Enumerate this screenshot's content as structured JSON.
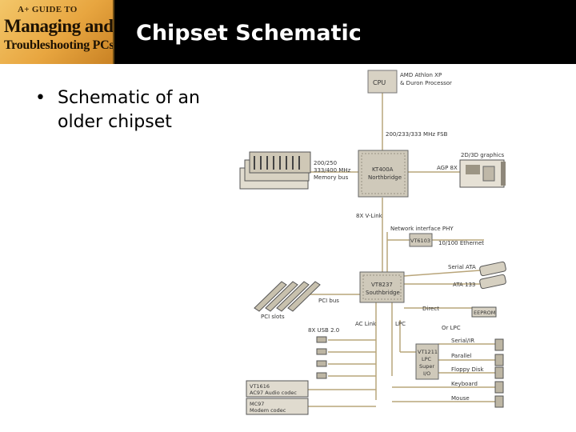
{
  "header": {
    "logo_line1": "A+ GUIDE TO",
    "logo_line2": "Managing and",
    "logo_line3": "Troubleshooting PCs",
    "title": "Chipset Schematic"
  },
  "bullet": {
    "symbol": "•",
    "text": "Schematic of an older chipset"
  },
  "diagram": {
    "cpu": "CPU",
    "cpu_desc_1": "AMD Athlon XP",
    "cpu_desc_2": "& Duron Processor",
    "fsb": "200/233/333 MHz FSB",
    "northbridge_1": "KT400A",
    "northbridge_2": "Northbridge",
    "memory_1": "200/250",
    "memory_2": "333/400 MHz",
    "memory_3": "Memory bus",
    "graphics": "2D/3D graphics",
    "agp": "AGP 8X",
    "vlink": "8X V-Link",
    "phy_label": "Network interface PHY",
    "phy_chip": "VT6103",
    "ethernet": "10/100 Ethernet",
    "sata": "Serial ATA",
    "ata": "ATA 133",
    "southbridge_1": "VT8237",
    "southbridge_2": "Southbridge",
    "pci_bus": "PCI bus",
    "pci_slots": "PCI slots",
    "direct": "Direct",
    "eeprom": "EEPROM",
    "usb": "8X USB 2.0",
    "ac_link": "AC Link",
    "lpc": "LPC",
    "or_lpc": "Or LPC",
    "superio_1": "VT1211",
    "superio_2": "LPC",
    "superio_3": "Super",
    "superio_4": "I/O",
    "serialir": "Serial/IR",
    "parallel": "Parallel",
    "floppy": "Floppy Disk",
    "keyboard": "Keyboard",
    "mouse": "Mouse",
    "audio_1": "VT1616",
    "audio_2": "AC97 Audio codec",
    "modem_1": "MC97",
    "modem_2": "Modem codec"
  }
}
